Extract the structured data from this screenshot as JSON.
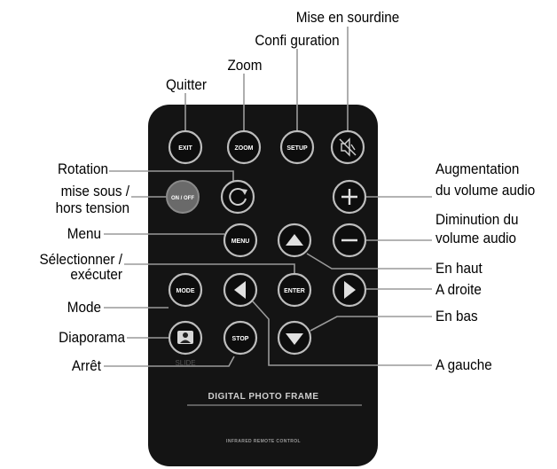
{
  "labels": {
    "quitter": "Quitter",
    "zoom": "Zoom",
    "configuration": "Confi guration",
    "sourdine": "Mise en sourdine",
    "rotation": "Rotation",
    "onoff_1": "mise sous /",
    "onoff_2": "hors tension",
    "vol_up_1": "Augmentation",
    "vol_up_2": "du volume audio",
    "vol_down_1": "Diminution du",
    "vol_down_2": "volume audio",
    "menu": "Menu",
    "select_1": "Sélectionner /",
    "select_2": "exécuter",
    "en_haut": "En haut",
    "a_droite": "A droite",
    "mode": "Mode",
    "en_bas": "En bas",
    "diaporama": "Diaporama",
    "arret": "Arrêt",
    "a_gauche": "A gauche"
  },
  "remote": {
    "exit": "EXIT",
    "zoom": "ZOOM",
    "setup": "SETUP",
    "onoff": "ON / OFF",
    "menu": "MENU",
    "enter": "ENTER",
    "mode": "MODE",
    "stop": "STOP",
    "slide": "SLIDE",
    "brand": "DIGITAL PHOTO FRAME",
    "footer": "INFRARED REMOTE CONTROL"
  },
  "colors": {
    "remote_body": "#141414",
    "button_fill": "#0d0d0d",
    "button_ring": "#bdbdbd",
    "onoff_fill": "#6a6a6a",
    "callout_line": "#9a9a9a",
    "label_text": "#000000"
  }
}
